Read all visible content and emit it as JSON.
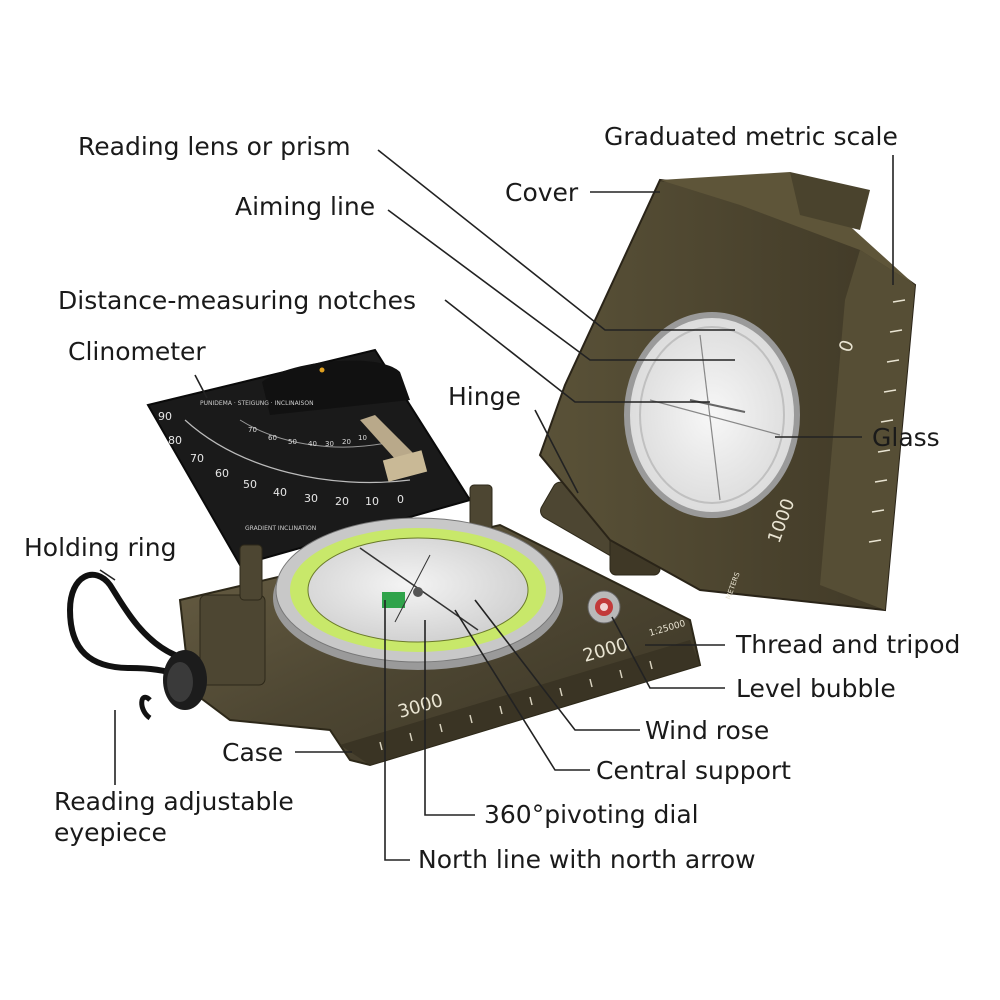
{
  "labels": {
    "graduated_metric_scale": "Graduated metric scale",
    "reading_lens": "Reading lens or prism",
    "cover": "Cover",
    "aiming_line": "Aiming line",
    "distance_notches": "Distance-measuring notches",
    "clinometer": "Clinometer",
    "hinge": "Hinge",
    "glass": "Glass",
    "holding_ring": "Holding ring",
    "thread_tripod": "Thread and tripod",
    "level_bubble": "Level bubble",
    "wind_rose": "Wind rose",
    "case": "Case",
    "central_support": "Central support",
    "reading_eyepiece": "Reading adjustable\neyepiece",
    "pivoting_dial": "360°pivoting dial",
    "north_line": "North line with north arrow"
  },
  "device_text": {
    "clino_title": "PUNIDEMA\nSTEIGUNG\nINCLINAISON",
    "clino_bottom": "GRADIENT\nINCLINATION",
    "clino_numbers": [
      "90",
      "80",
      "70",
      "60",
      "50",
      "40",
      "30",
      "20",
      "10",
      "0"
    ],
    "clino_inner_numbers": [
      "70",
      "60",
      "50",
      "40",
      "30",
      "20",
      "10"
    ],
    "cover_scale_0": "0",
    "cover_scale_1000": "1000",
    "cover_meters": "METERS",
    "base_2000": "2000",
    "base_3000": "3000",
    "base_ratio": "1:25000"
  },
  "colors": {
    "body_olive": "#4d4632",
    "body_dark": "#3b3524",
    "body_light": "#6a6045",
    "dial_green": "#c8e86a",
    "leader_line": "#222222"
  }
}
